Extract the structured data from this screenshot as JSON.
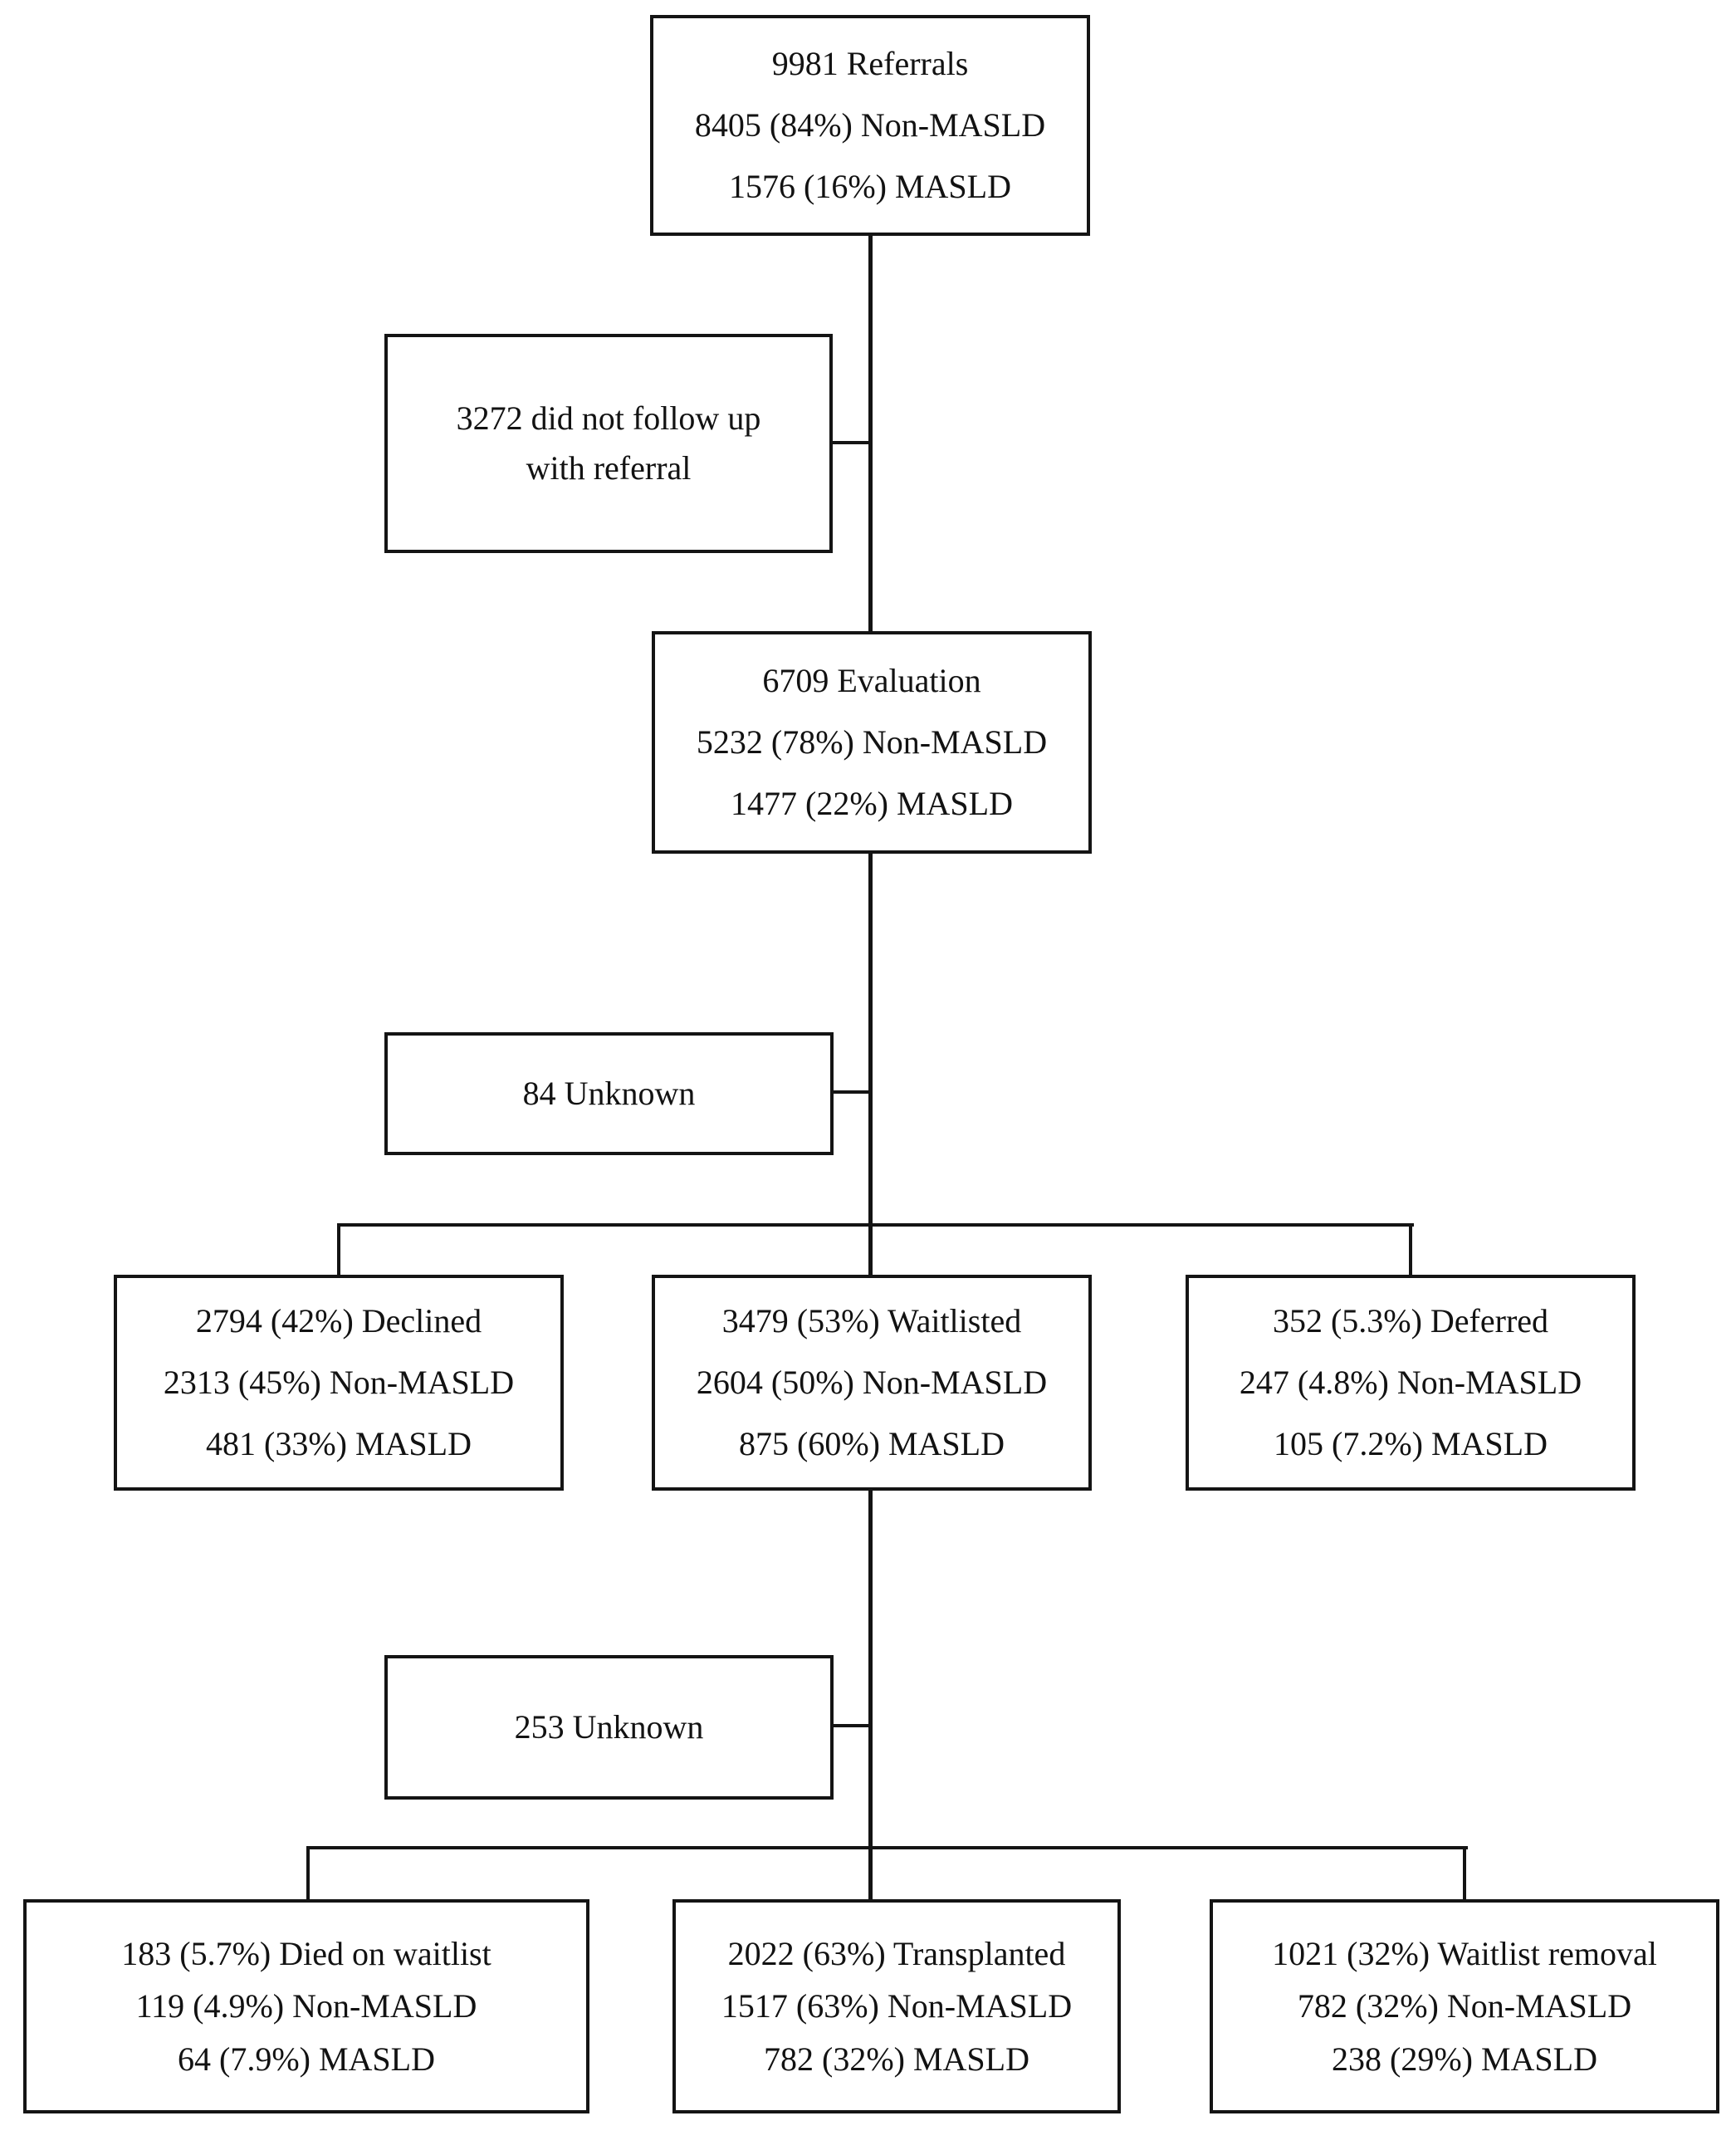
{
  "flowchart": {
    "colors": {
      "border": "#141414",
      "text": "#121212",
      "background": "#ffffff"
    },
    "nodes": {
      "referrals": {
        "line1": "9981 Referrals",
        "line2": "8405 (84%) Non-MASLD",
        "line3": "1576 (16%) MASLD"
      },
      "no_followup": {
        "line1": "3272 did not follow up",
        "line2": "with referral"
      },
      "evaluation": {
        "line1": "6709 Evaluation",
        "line2": "5232 (78%) Non-MASLD",
        "line3": "1477 (22%) MASLD"
      },
      "unknown_84": {
        "line1": "84 Unknown"
      },
      "declined": {
        "line1": "2794 (42%) Declined",
        "line2": "2313 (45%) Non-MASLD",
        "line3": "481 (33%) MASLD"
      },
      "waitlisted": {
        "line1": "3479 (53%) Waitlisted",
        "line2": "2604 (50%) Non-MASLD",
        "line3": "875 (60%) MASLD"
      },
      "deferred": {
        "line1": "352 (5.3%) Deferred",
        "line2": "247 (4.8%) Non-MASLD",
        "line3": "105 (7.2%) MASLD"
      },
      "unknown_253": {
        "line1": "253 Unknown"
      },
      "died_waitlist": {
        "line1": "183 (5.7%) Died on waitlist",
        "line2": "119 (4.9%) Non-MASLD",
        "line3": "64 (7.9%) MASLD"
      },
      "transplanted": {
        "line1": "2022 (63%) Transplanted",
        "line2": "1517 (63%) Non-MASLD",
        "line3": "782 (32%) MASLD"
      },
      "waitlist_removal": {
        "line1": "1021 (32%) Waitlist removal",
        "line2": "782 (32%) Non-MASLD",
        "line3": "238 (29%) MASLD"
      }
    }
  }
}
